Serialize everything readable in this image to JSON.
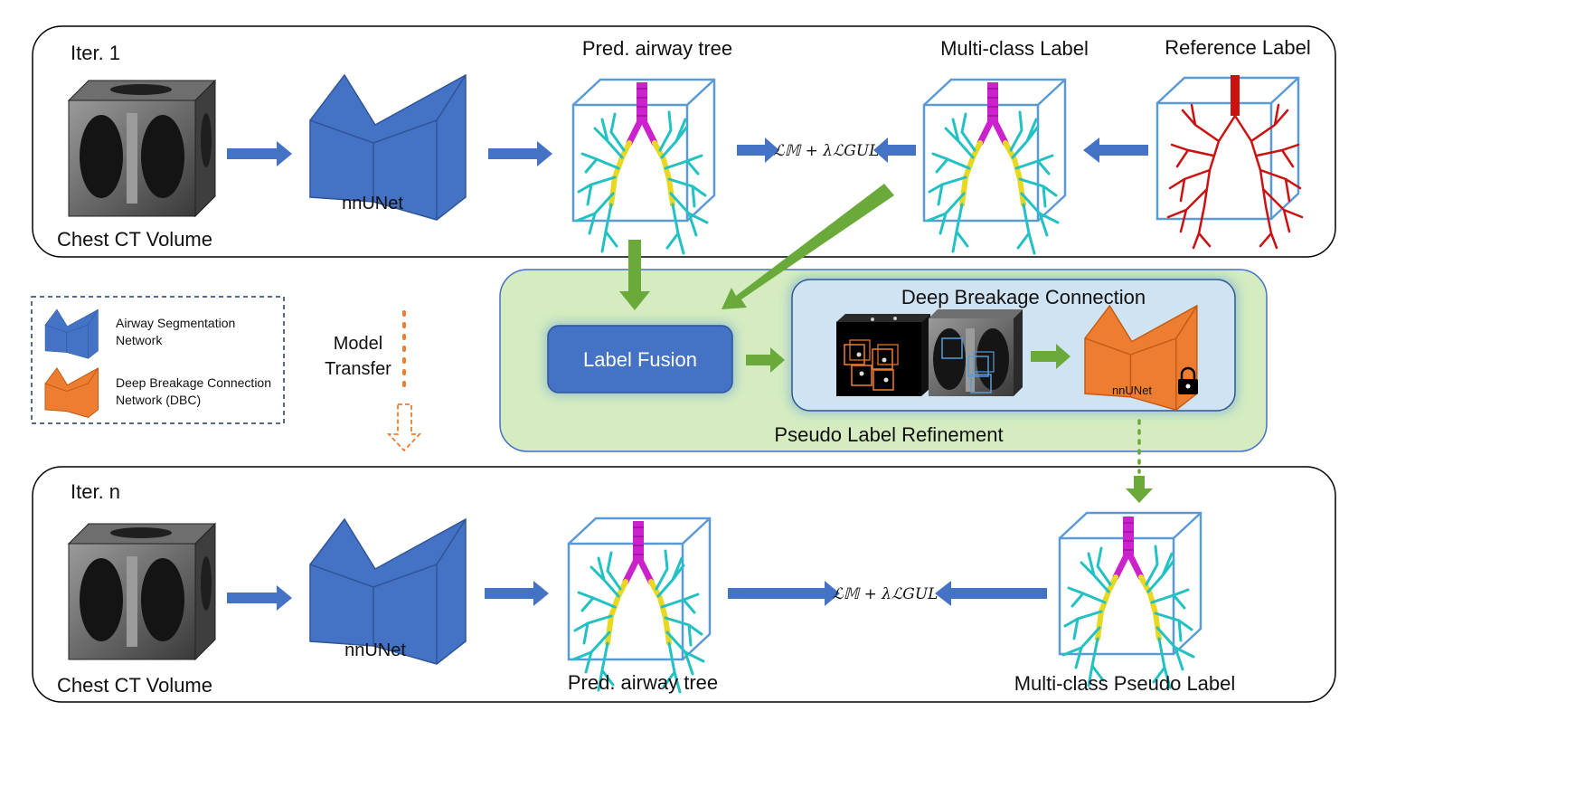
{
  "iter1": {
    "title": "Iter. 1",
    "input_label": "Chest CT Volume",
    "net_label": "nnUNet",
    "pred_label": "Pred. airway tree",
    "multiclass_label": "Multi-class Label",
    "reference_label": "Reference Label",
    "loss": "ℒ𝕄 + λℒGUL"
  },
  "itern": {
    "title": "Iter. n",
    "input_label": "Chest CT Volume",
    "net_label": "nnUNet",
    "pred_label": "Pred. airway tree",
    "pseudo_label": "Multi-class Pseudo Label",
    "loss": "ℒ𝕄 + λℒGUL"
  },
  "legend": {
    "airway_line1": "Airway Segmentation",
    "airway_line2": "Network",
    "dbc_line1": "Deep Breakage Connection",
    "dbc_line2": "Network (DBC)"
  },
  "transfer": {
    "line1": "Model",
    "line2": "Transfer"
  },
  "refinement": {
    "title": "Pseudo Label Refinement",
    "fusion_label": "Label Fusion",
    "dbc_title": "Deep Breakage Connection",
    "dbc_net_label": "nnUNet"
  },
  "colors": {
    "blue_net": "#4472c4",
    "orange_net": "#ed7d31",
    "green_panel": "#d5ecc0",
    "green_arrow": "#6aaa3a",
    "airway_cyan": "#22c1c3",
    "airway_yellow": "#e8d821",
    "airway_magenta": "#cc22cc",
    "reference_red": "#cc1111"
  }
}
